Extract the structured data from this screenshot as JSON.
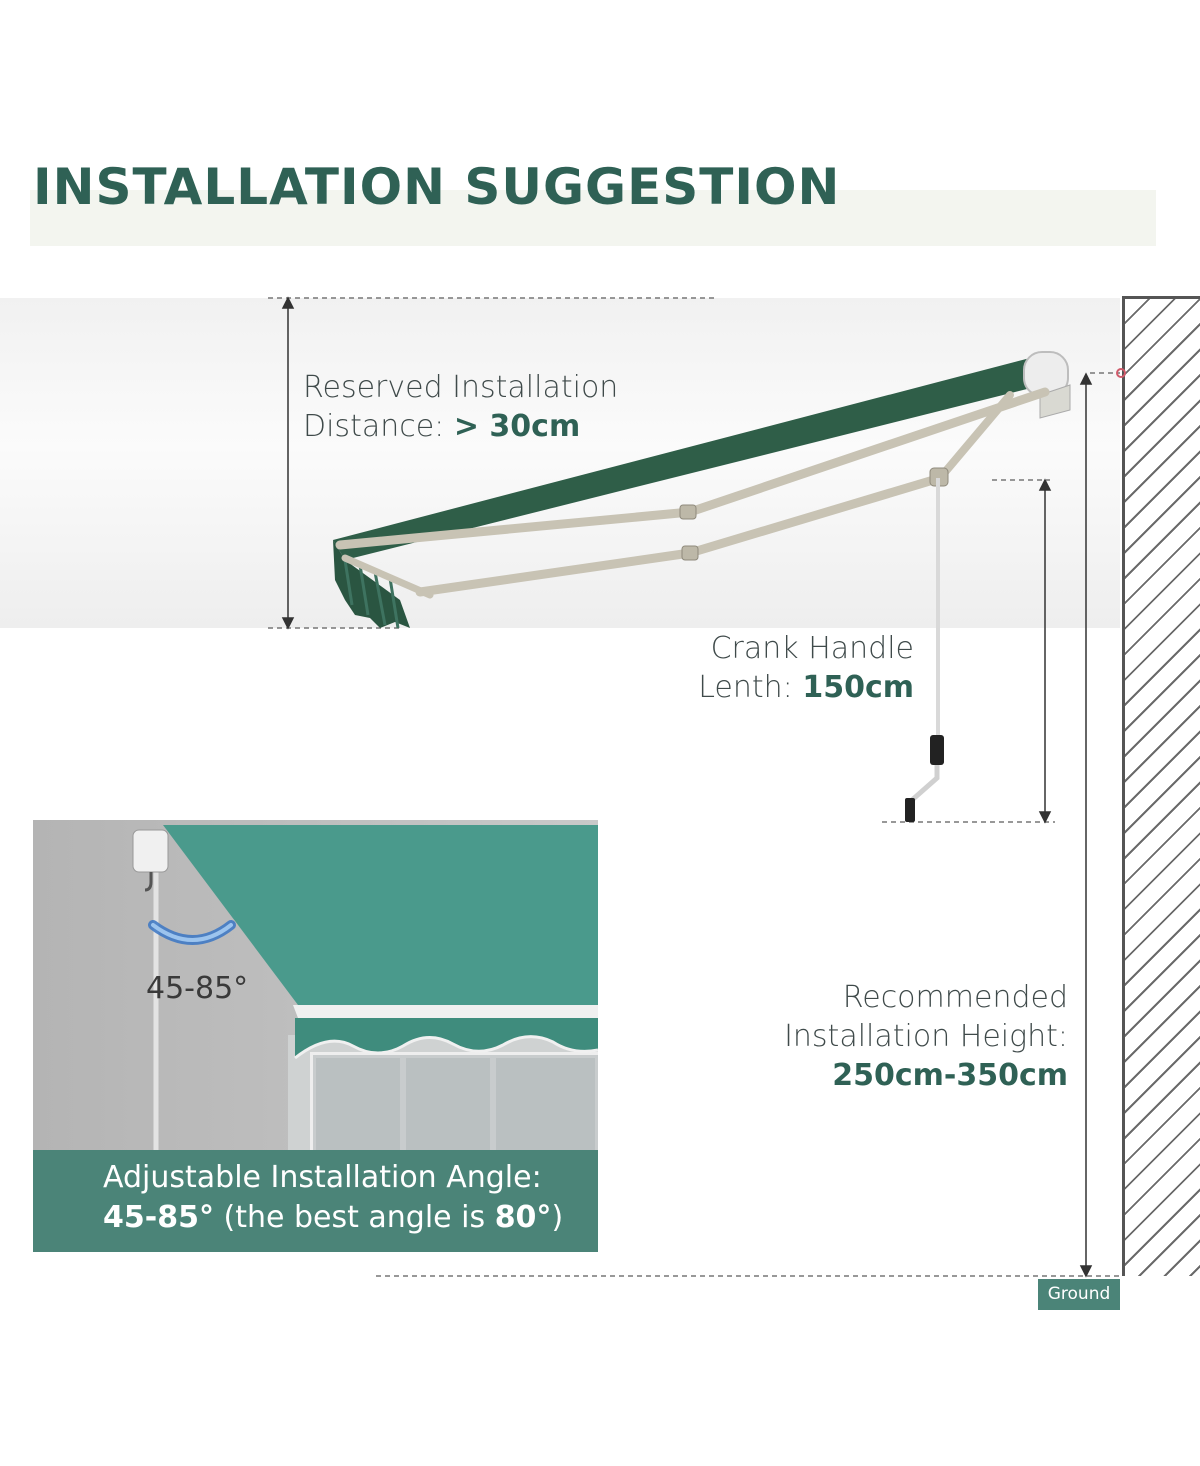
{
  "title": "INSTALLATION SUGGESTION",
  "reserved": {
    "line1": "Reserved Installation",
    "prefix": "Distance:",
    "value": "> 30cm"
  },
  "crank": {
    "line1": "Crank Handle",
    "prefix": "Lenth:",
    "value": "150cm"
  },
  "height": {
    "line1": "Recommended",
    "line2": "Installation Height:",
    "value": "250cm-350cm"
  },
  "inset": {
    "angle_badge": "45-85°",
    "caption_line1": "Adjustable Installation Angle:",
    "caption_range": "45-85°",
    "caption_middle": "(the best angle is",
    "caption_best": "80°",
    "caption_end": ")"
  },
  "ground_label": "Ground",
  "colors": {
    "accent": "#2f6155",
    "awning_dark": "#2f5e48",
    "awning_light": "#4a9a8c",
    "caption_band": "#4b8478"
  }
}
